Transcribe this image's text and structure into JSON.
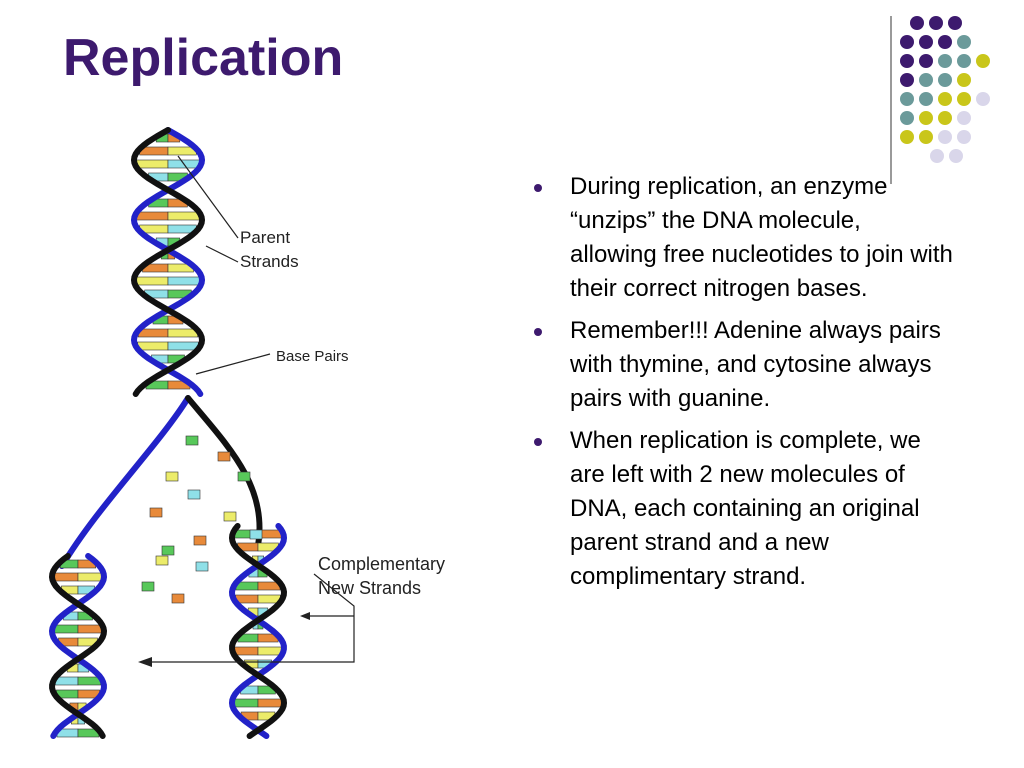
{
  "slide": {
    "title": "Replication",
    "bullets": [
      "During replication, an enzyme “unzips” the DNA molecule, allowing free nucleotides to join with their correct nitrogen bases.",
      "Remember!!! Adenine always pairs with thymine, and cytosine always pairs with guanine.",
      "When replication is complete, we are left with 2 new molecules of DNA, each containing an original parent strand and a new complimentary strand."
    ]
  },
  "figure": {
    "labels": {
      "parent": [
        "Parent",
        "Strands"
      ],
      "base_pairs": "Base Pairs",
      "complementary": [
        "Complementary",
        "New Strands"
      ]
    }
  },
  "theme": {
    "title_color": "#3d1a6e",
    "bullet_color": "#3d1a6e",
    "dot_colors": {
      "purple": "#3d1a6e",
      "teal": "#6b9a9a",
      "yellow": "#c9c61a",
      "lavender": "#d9d6ea"
    },
    "dna_colors": {
      "backbone_blue": "#2222c8",
      "backbone_dark": "#111111",
      "green": "#58c85a",
      "orange": "#e88a3a",
      "yellow": "#ecec6a",
      "cyan": "#8fe0e8"
    }
  }
}
